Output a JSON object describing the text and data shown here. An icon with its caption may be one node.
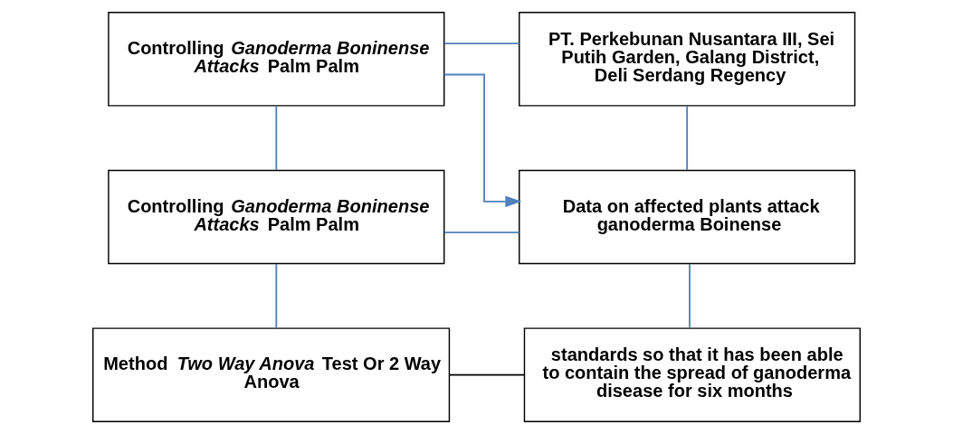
{
  "diagram": {
    "nodes": [
      {
        "text": [
          "Controlling *Ganoderma Boninense Attacks* Palm Palm"
        ]
      },
      {
        "text": [
          "PT. Perkebunan Nusantara III, Sei Putih Garden, Galang District, Deli Serdang Regency"
        ]
      },
      {
        "text": [
          "Controlling *Ganoderma Boninense Attacks* Palm Palm"
        ]
      },
      {
        "text": [
          "Data on affected plants attack ganoderma Boinense"
        ]
      },
      {
        "text": [
          "Method *Two Way Anova* Test Or 2 Way Anova"
        ]
      },
      {
        "text": [
          "standards so that it has been able to contain the spread of ganoderma disease for six months"
        ]
      }
    ],
    "edges": [
      {
        "from": 0,
        "to": 1,
        "arrow": "none"
      },
      {
        "from": 0,
        "to": 2,
        "arrow": "none"
      },
      {
        "from": 1,
        "to": 3,
        "arrow": "none"
      },
      {
        "from": 0,
        "to": 3,
        "arrow": "to"
      },
      {
        "from": 2,
        "to": 3,
        "arrow": "none"
      },
      {
        "from": 2,
        "to": 4,
        "arrow": "none"
      },
      {
        "from": 3,
        "to": 5,
        "arrow": "none"
      },
      {
        "from": 4,
        "to": 5,
        "arrow": "none",
        "color": "#000000"
      }
    ]
  }
}
